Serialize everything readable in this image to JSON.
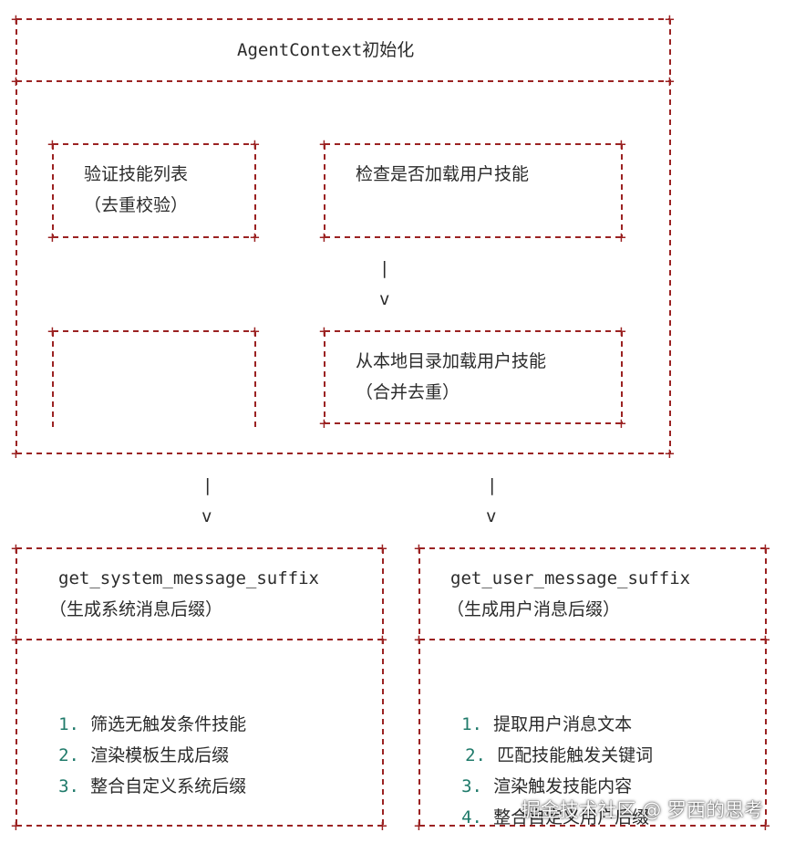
{
  "top_box": {
    "title": "AgentContext初始化",
    "validate": {
      "line1": "验证技能列表",
      "line2": "（去重校验）"
    },
    "check": {
      "line1": "检查是否加载用户技能"
    },
    "load": {
      "line1": "从本地目录加载用户技能",
      "line2": "（合并去重）"
    }
  },
  "arrow": {
    "pipe": "|",
    "head": "v"
  },
  "system_box": {
    "title": "get_system_message_suffix",
    "subtitle": "（生成系统消息后缀）",
    "steps": [
      {
        "num": "1.",
        "text": "筛选无触发条件技能"
      },
      {
        "num": "2.",
        "text": "渲染模板生成后缀"
      },
      {
        "num": "3.",
        "text": "整合自定义系统后缀"
      }
    ]
  },
  "user_box": {
    "title": "get_user_message_suffix",
    "subtitle": "（生成用户消息后缀）",
    "steps": [
      {
        "num": "1.",
        "text": "提取用户消息文本"
      },
      {
        "num": "2.",
        "text": "匹配技能触发关键词"
      },
      {
        "num": "3.",
        "text": "渲染触发技能内容"
      },
      {
        "num": "4.",
        "text": "整合自定义用户后缀"
      }
    ]
  },
  "watermark": "掘金技术社区 @ 罗西的思考",
  "colors": {
    "border": "#9b2222",
    "text": "#2b2b2b",
    "number": "#1f7a6a"
  }
}
